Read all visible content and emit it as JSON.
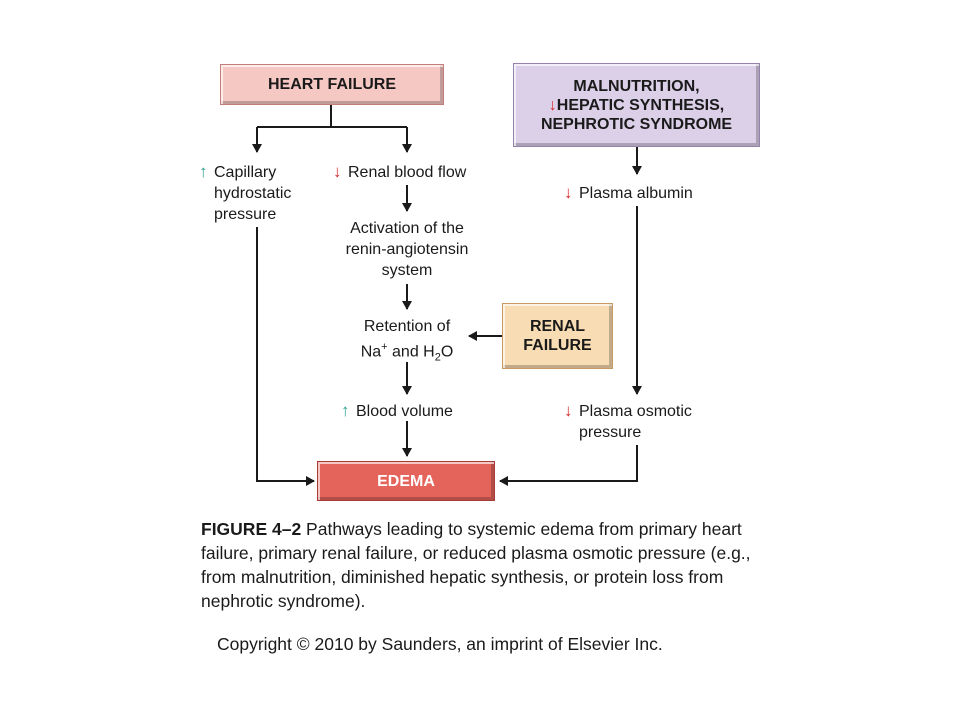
{
  "boxes": {
    "heart_failure": "HEART FAILURE",
    "malnutrition": [
      "MALNUTRITION,",
      "HEPATIC SYNTHESIS,",
      "NEPHROTIC SYNDROME"
    ],
    "renal_failure": [
      "RENAL",
      "FAILURE"
    ],
    "edema": "EDEMA"
  },
  "nodes": {
    "capillary": [
      "Capillary",
      "hydrostatic",
      "pressure"
    ],
    "renal_blood_flow": "Renal blood flow",
    "raas": [
      "Activation of the",
      "renin-angiotensin",
      "system"
    ],
    "retention": {
      "line1": "Retention of",
      "na": "Na",
      "plus": "+",
      "and": " and H",
      "sub": "2",
      "o": "O"
    },
    "blood_volume": "Blood volume",
    "plasma_albumin": "Plasma albumin",
    "plasma_osmotic": [
      "Plasma osmotic",
      "pressure"
    ]
  },
  "indicators": {
    "capillary": "up",
    "renal_blood_flow": "down",
    "hepatic_synthesis": "down",
    "blood_volume": "up",
    "plasma_albumin": "down",
    "plasma_osmotic": "down"
  },
  "caption": {
    "label": "FIGURE 4–2",
    "text": " Pathways leading to systemic edema from primary heart failure, primary renal failure, or reduced plasma osmotic pressure (e.g., from malnutrition, diminished hepatic synthesis, or protein loss from nephrotic syndrome)."
  },
  "copyright": "Copyright © 2010 by Saunders, an imprint of Elsevier Inc.",
  "colors": {
    "increase_arrow": "#2aa391",
    "decrease_arrow": "#d62a2a",
    "heart_failure_box": "#f6c8c3",
    "malnutrition_box": "#dccfe8",
    "renal_failure_box": "#f8dcb3",
    "edema_box": "#e4645c"
  }
}
